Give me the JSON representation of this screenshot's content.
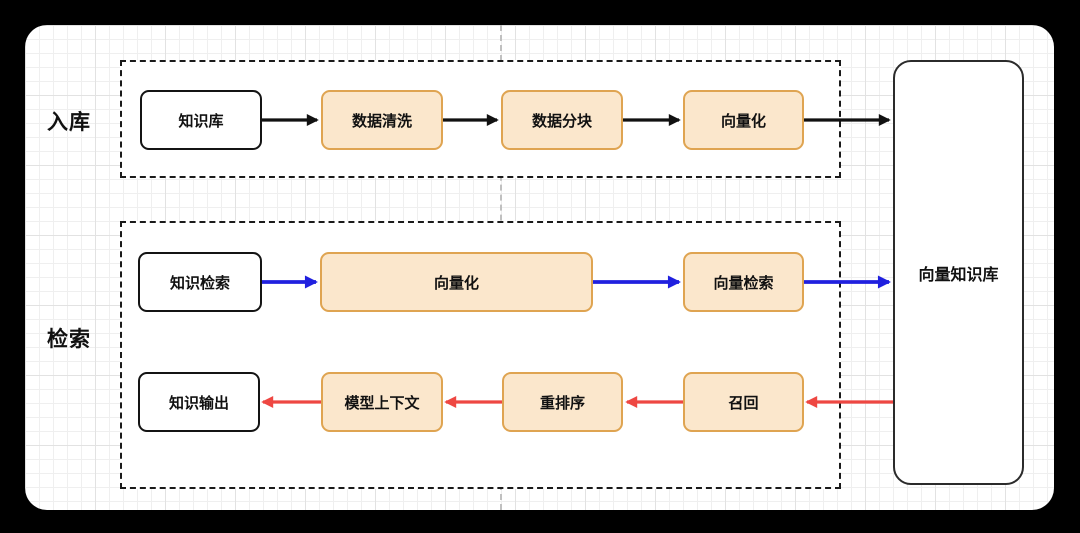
{
  "diagram": {
    "sections": [
      {
        "label": "入库",
        "nodes": [
          "知识库",
          "数据清洗",
          "数据分块",
          "向量化"
        ]
      },
      {
        "label": "检索",
        "query_nodes": [
          "知识检索",
          "向量化",
          "向量检索"
        ],
        "answer_nodes": [
          "知识输出",
          "模型上下文",
          "重排序",
          "召回"
        ]
      }
    ],
    "vector_store": {
      "label": "向量知识库"
    },
    "flows": [
      {
        "name": "ingest-flow",
        "color": "#111111",
        "path": [
          "知识库",
          "数据清洗",
          "数据分块",
          "向量化",
          "向量知识库"
        ]
      },
      {
        "name": "retrieval-query-flow",
        "color": "#2020df",
        "path": [
          "知识检索",
          "向量化",
          "向量检索",
          "向量知识库"
        ]
      },
      {
        "name": "retrieval-answer-flow",
        "color": "#ee4742",
        "path": [
          "向量知识库",
          "召回",
          "重排序",
          "模型上下文",
          "知识输出"
        ]
      }
    ],
    "colors": {
      "node_fill": "#fbe7cc",
      "node_border": "#dfa451",
      "white_node_border": "#141414",
      "dashed_border": "#1a1a1a",
      "arrow_black": "#111111",
      "arrow_blue": "#2020df",
      "arrow_red": "#ee4742",
      "divider": "#c0c0c0",
      "frame": "#000000"
    }
  }
}
